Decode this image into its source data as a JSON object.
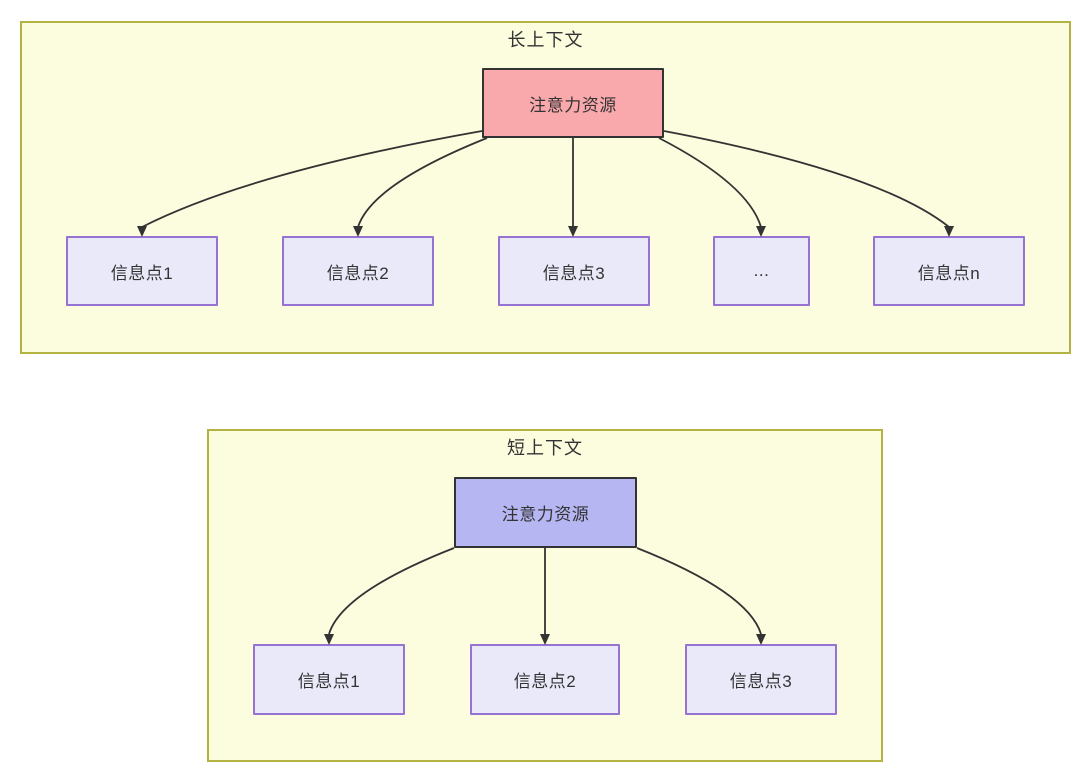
{
  "diagram": {
    "type": "flowchart-comparison",
    "colors": {
      "panel_fill": "#FCFCDE",
      "panel_border": "#B3B342",
      "long_root_fill": "#F9A8AC",
      "short_root_fill": "#B6B6F2",
      "info_fill": "#E9E9FA",
      "info_border": "#9673D2",
      "line": "#333333",
      "text": "#333333"
    },
    "sections": [
      {
        "id": "long-context",
        "title": "长上下文",
        "root": {
          "label": "注意力资源"
        },
        "children": [
          {
            "label": "信息点1"
          },
          {
            "label": "信息点2"
          },
          {
            "label": "信息点3"
          },
          {
            "label": "..."
          },
          {
            "label": "信息点n"
          }
        ],
        "edges": [
          {
            "from": "注意力资源",
            "to": "信息点1"
          },
          {
            "from": "注意力资源",
            "to": "信息点2"
          },
          {
            "from": "注意力资源",
            "to": "信息点3"
          },
          {
            "from": "注意力资源",
            "to": "..."
          },
          {
            "from": "注意力资源",
            "to": "信息点n"
          }
        ]
      },
      {
        "id": "short-context",
        "title": "短上下文",
        "root": {
          "label": "注意力资源"
        },
        "children": [
          {
            "label": "信息点1"
          },
          {
            "label": "信息点2"
          },
          {
            "label": "信息点3"
          }
        ],
        "edges": [
          {
            "from": "注意力资源",
            "to": "信息点1"
          },
          {
            "from": "注意力资源",
            "to": "信息点2"
          },
          {
            "from": "注意力资源",
            "to": "信息点3"
          }
        ]
      }
    ]
  }
}
